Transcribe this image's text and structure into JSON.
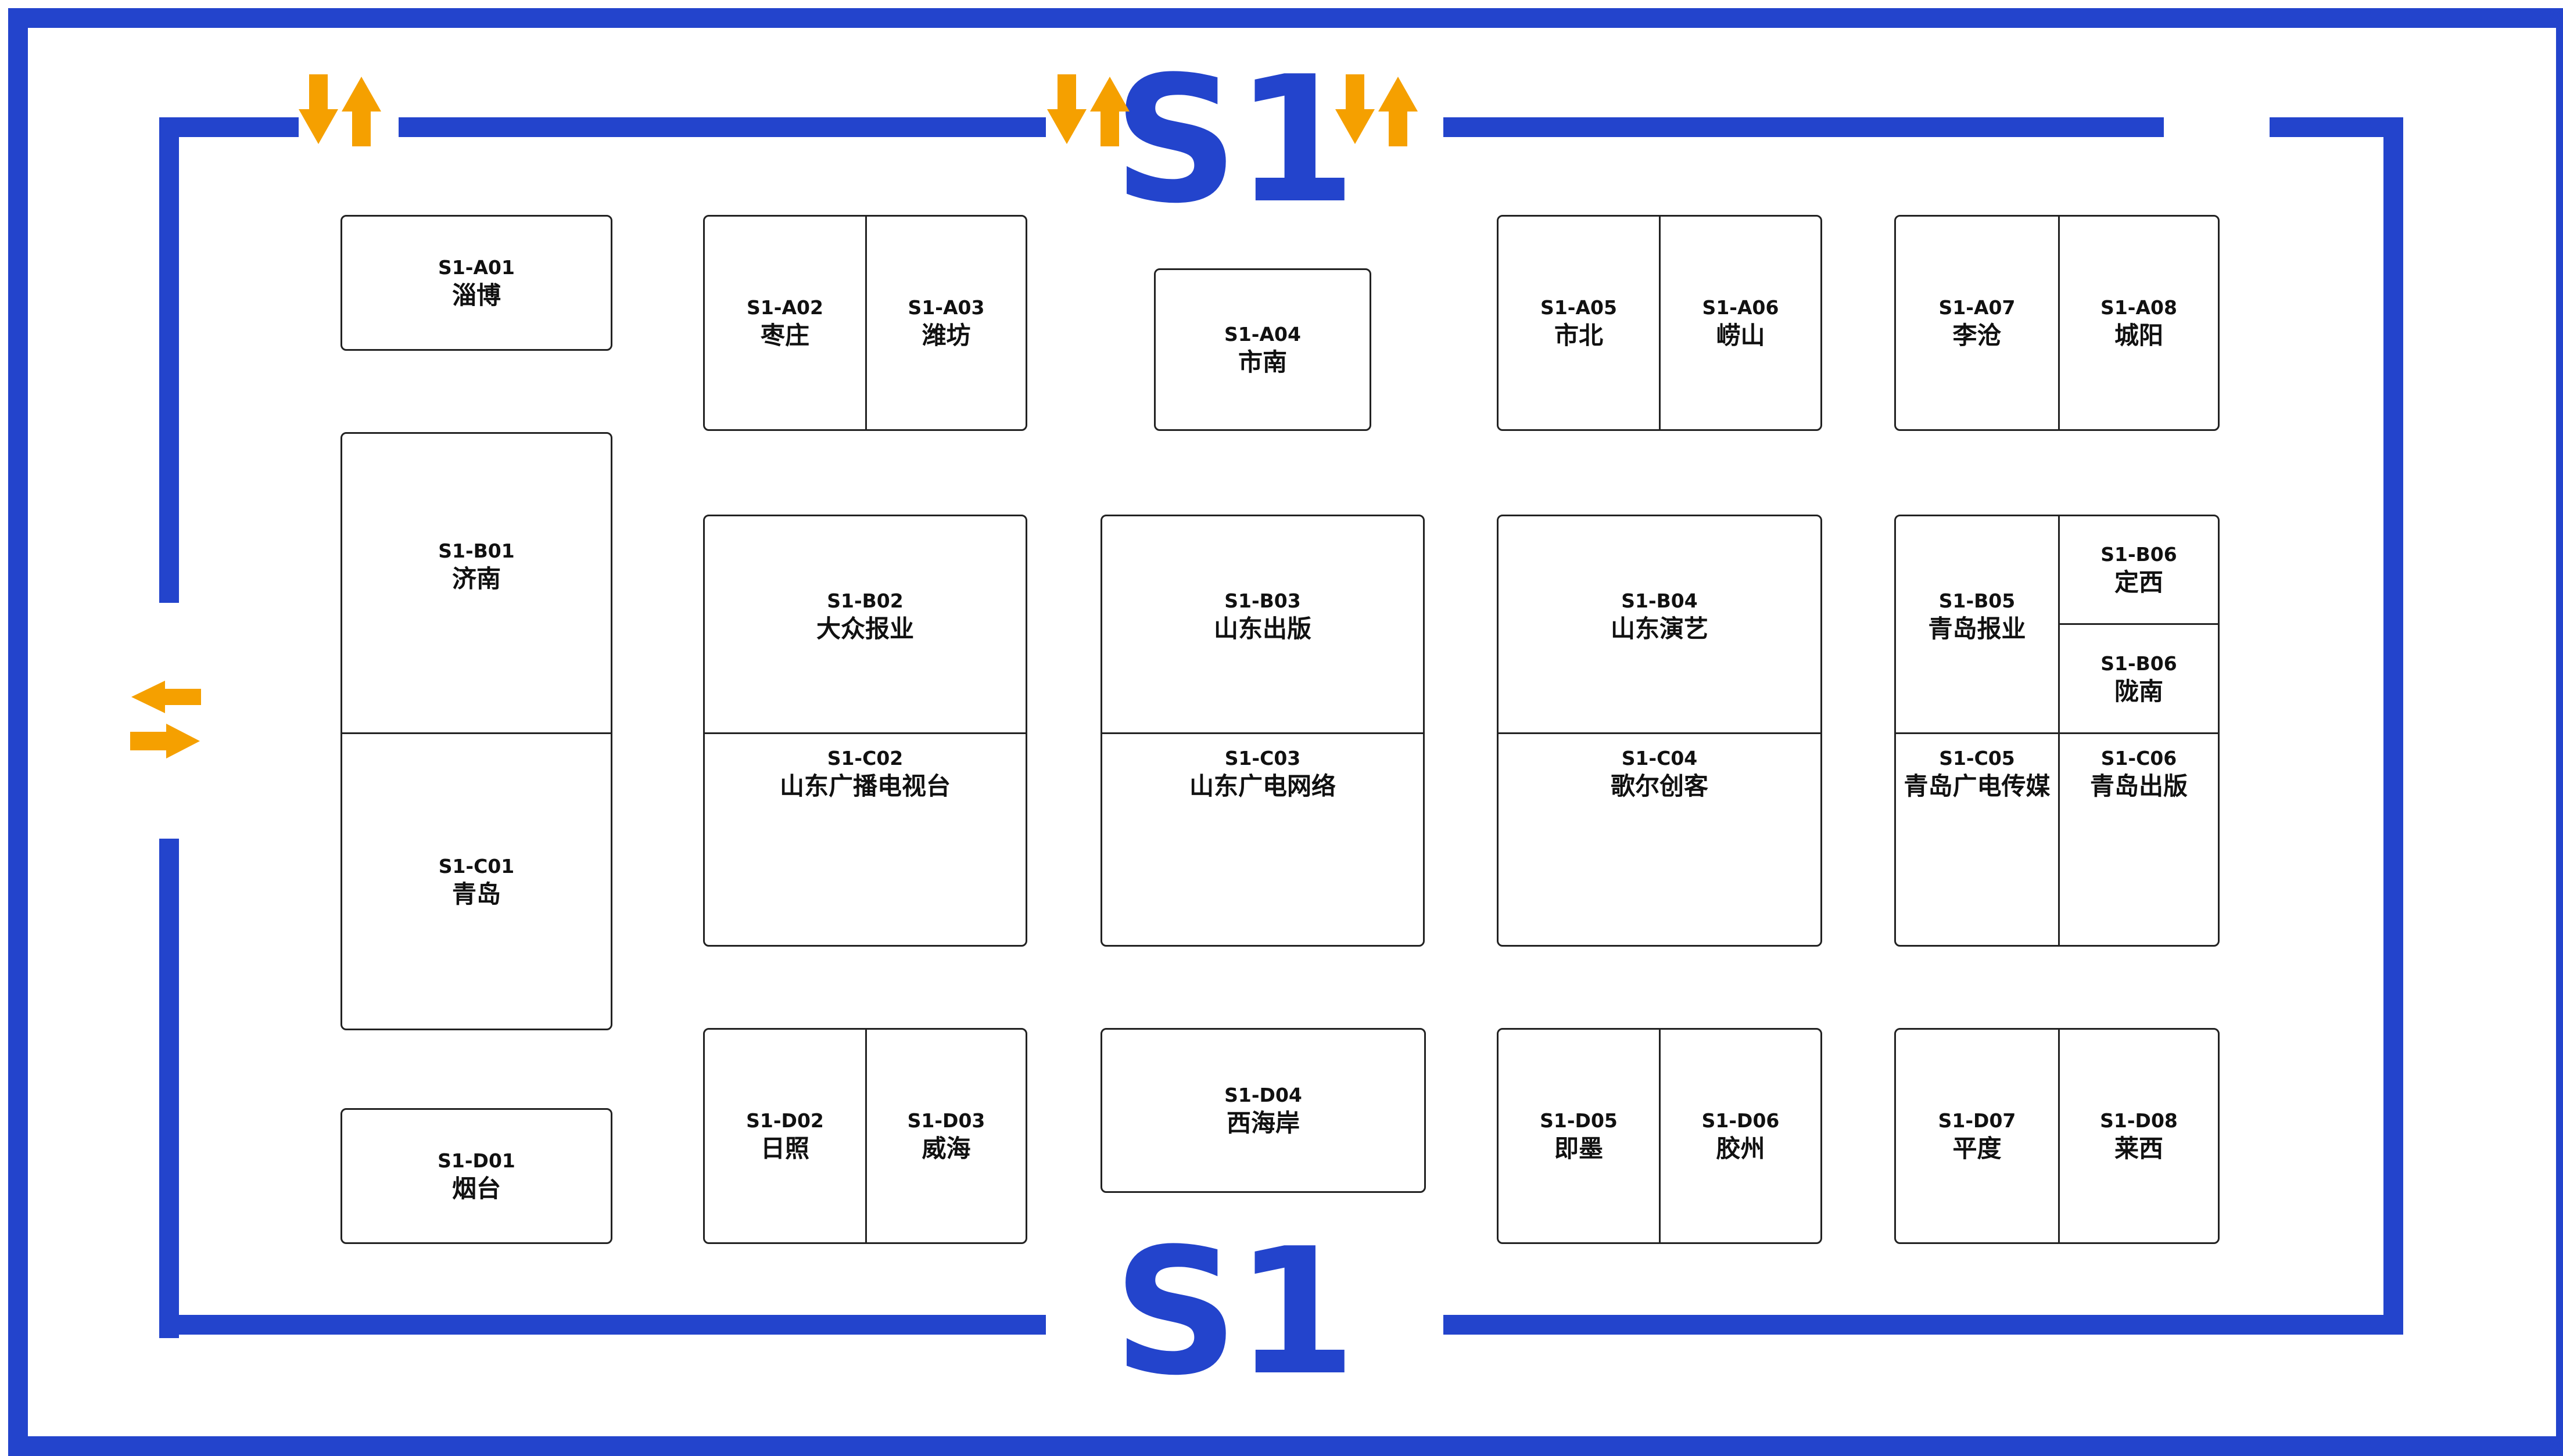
{
  "hall": {
    "name": "S1"
  },
  "colors": {
    "border": "#2344cc",
    "arrow": "#f5a000",
    "booth_line": "#222222"
  },
  "entrances": [
    {
      "name": "top-left-entrance",
      "icon": "up-down-arrows-icon"
    },
    {
      "name": "top-center-left-entrance",
      "icon": "up-down-arrows-icon"
    },
    {
      "name": "top-center-right-entrance",
      "icon": "up-down-arrows-icon"
    },
    {
      "name": "left-side-entrance",
      "icon": "left-right-arrows-icon"
    }
  ],
  "booths": [
    {
      "code": "S1-A01",
      "name": "淄博"
    },
    {
      "code": "S1-A02",
      "name": "枣庄"
    },
    {
      "code": "S1-A03",
      "name": "潍坊"
    },
    {
      "code": "S1-A04",
      "name": "市南"
    },
    {
      "code": "S1-A05",
      "name": "市北"
    },
    {
      "code": "S1-A06",
      "name": "崂山"
    },
    {
      "code": "S1-A07",
      "name": "李沧"
    },
    {
      "code": "S1-A08",
      "name": "城阳"
    },
    {
      "code": "S1-B01",
      "name": "济南"
    },
    {
      "code": "S1-C01",
      "name": "青岛"
    },
    {
      "code": "S1-B02",
      "name": "大众报业"
    },
    {
      "code": "S1-C02",
      "name": "山东广播电视台"
    },
    {
      "code": "S1-B03",
      "name": "山东出版"
    },
    {
      "code": "S1-C03",
      "name": "山东广电网络"
    },
    {
      "code": "S1-B04",
      "name": "山东演艺"
    },
    {
      "code": "S1-C04",
      "name": "歌尔创客"
    },
    {
      "code": "S1-B05",
      "name": "青岛报业"
    },
    {
      "code": "S1-B06",
      "name": "定西"
    },
    {
      "code": "S1-B06",
      "name": "陇南"
    },
    {
      "code": "S1-C05",
      "name": "青岛广电传媒"
    },
    {
      "code": "S1-C06",
      "name": "青岛出版"
    },
    {
      "code": "S1-D01",
      "name": "烟台"
    },
    {
      "code": "S1-D02",
      "name": "日照"
    },
    {
      "code": "S1-D03",
      "name": "威海"
    },
    {
      "code": "S1-D04",
      "name": "西海岸"
    },
    {
      "code": "S1-D05",
      "name": "即墨"
    },
    {
      "code": "S1-D06",
      "name": "胶州"
    },
    {
      "code": "S1-D07",
      "name": "平度"
    },
    {
      "code": "S1-D08",
      "name": "莱西"
    }
  ]
}
